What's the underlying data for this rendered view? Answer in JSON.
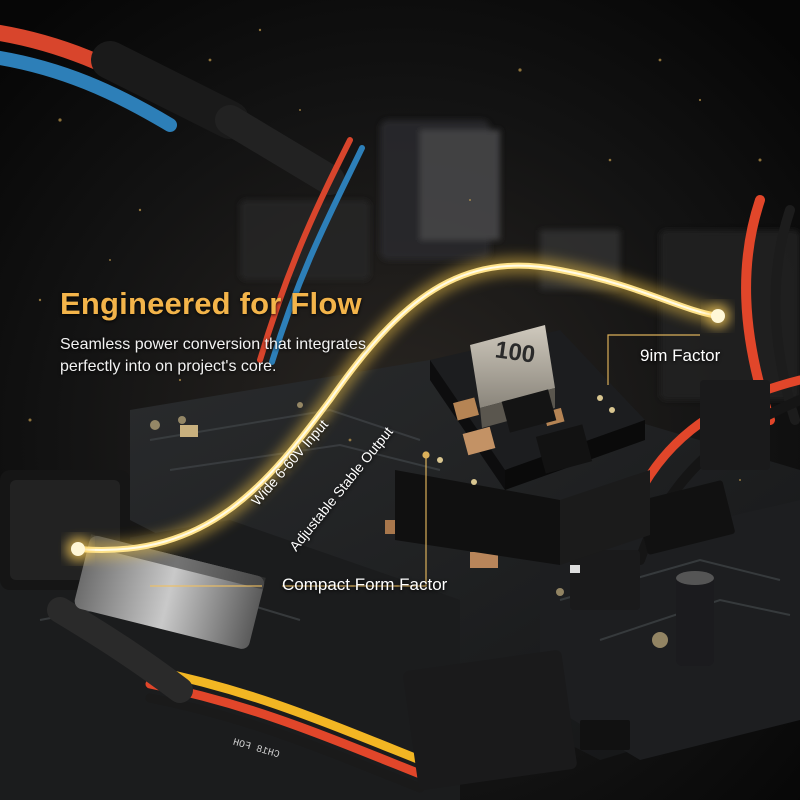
{
  "headline": "Engineered for Flow",
  "subline": "Seamless power conversion that integrates perfectly into on project's core.",
  "callouts": {
    "wide_input": "Wide 6-60V Input",
    "adjustable_output": "Adjustable Stable Output",
    "slim_factor": "9im Factor",
    "compact": "Compact Form Factor"
  },
  "component_marking": "100",
  "pcb_silkscreen": "CH18 FOH",
  "colors": {
    "accent_gold": "#f3b44a",
    "glow": "#ffd86a",
    "background": "#0b0b0c"
  }
}
